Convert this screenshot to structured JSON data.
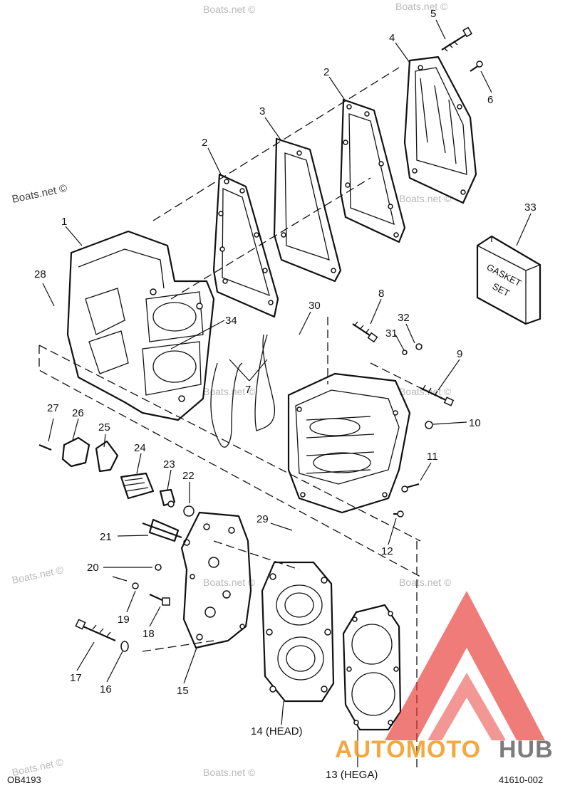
{
  "watermark": "Boats.net ©",
  "diagram_code": "OB4193",
  "part_number": "41610-002",
  "gasket_box": {
    "line1": "GASKET",
    "line2": "SET"
  },
  "logo": {
    "part1": "AUTOMOTO",
    "part2": "HUB",
    "color_red": "#e8322e",
    "color_orange": "#f39a1e",
    "color_gray": "#666666"
  },
  "callouts": [
    "1",
    "2",
    "2",
    "3",
    "4",
    "5",
    "6",
    "7",
    "8",
    "9",
    "10",
    "11",
    "12",
    "13 (HEGA)",
    "14 (HEAD)",
    "15",
    "16",
    "17",
    "18",
    "19",
    "20",
    "21",
    "22",
    "23",
    "24",
    "25",
    "26",
    "27",
    "28",
    "29",
    "30",
    "31",
    "32",
    "33",
    "34"
  ]
}
